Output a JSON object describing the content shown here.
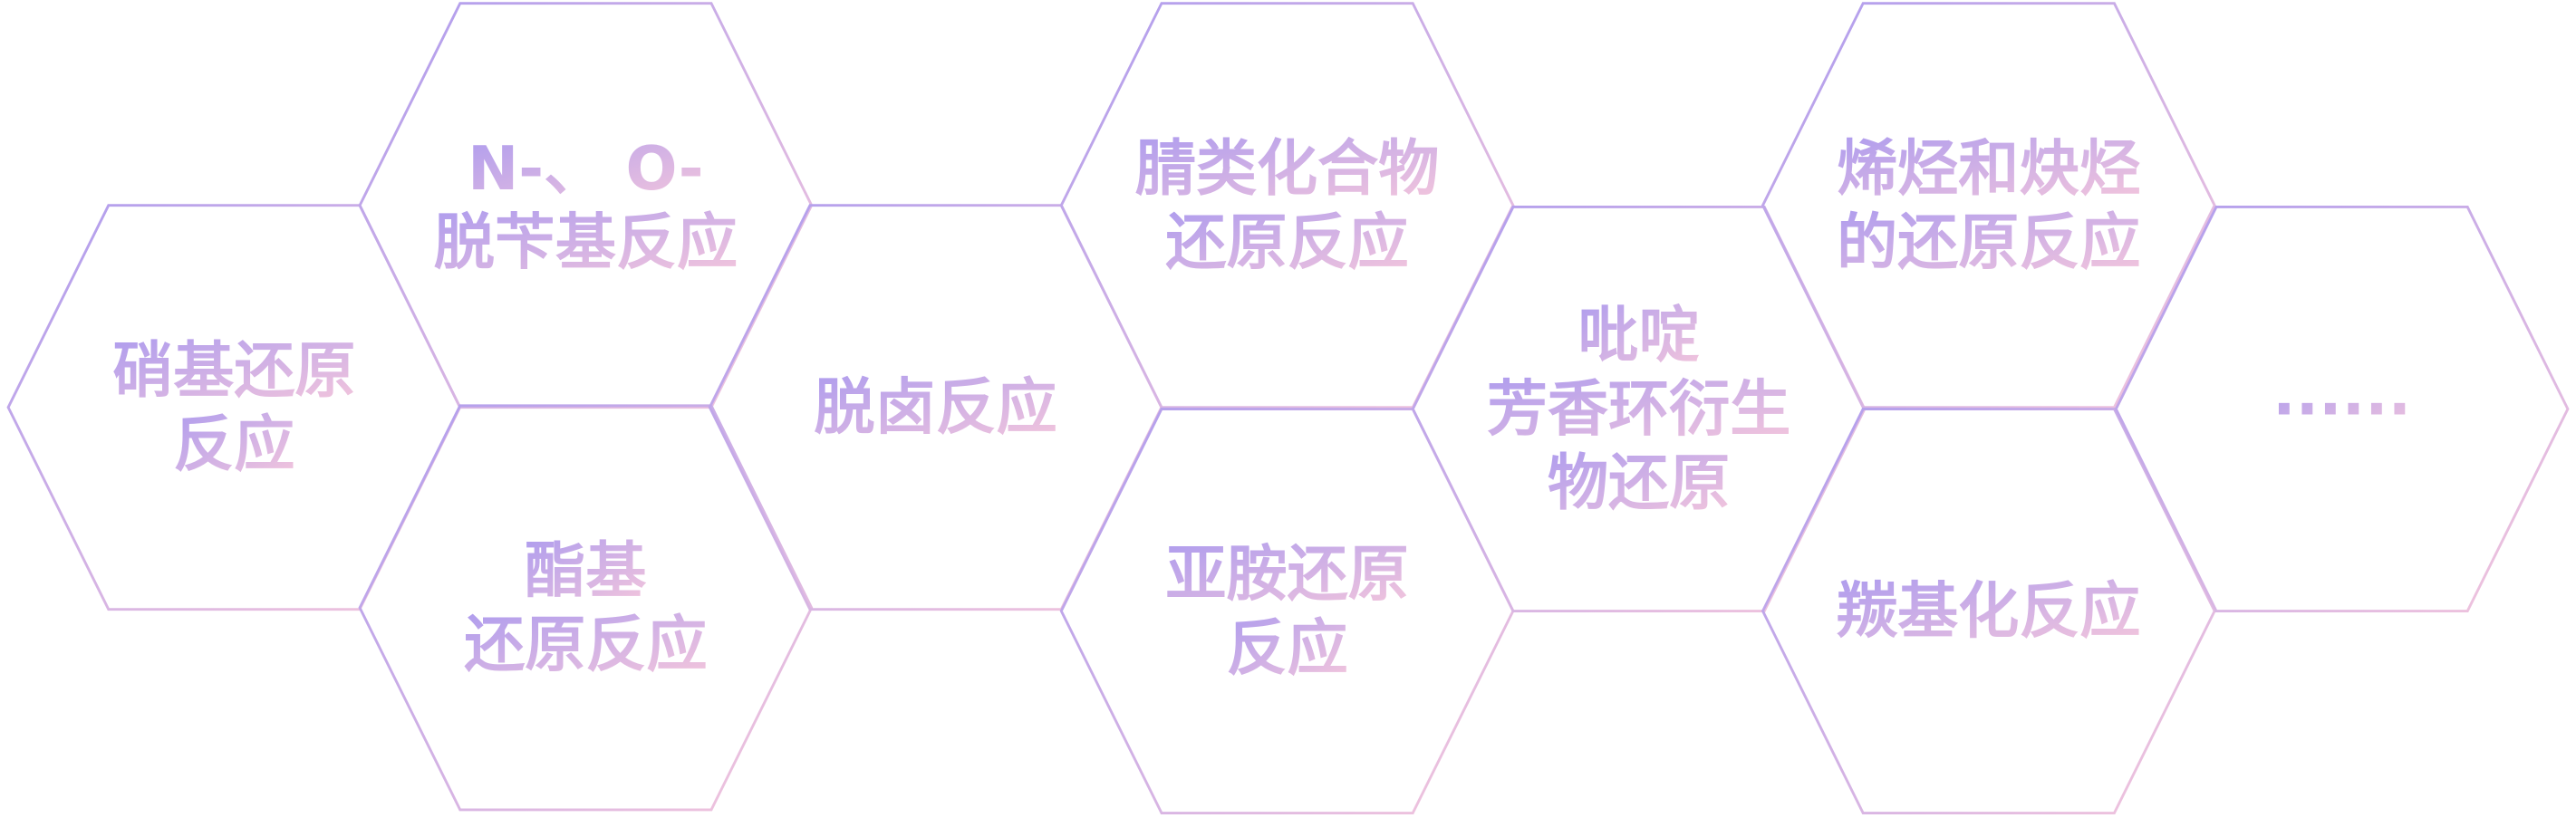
{
  "colors": {
    "gradient_start": "#ae9cee",
    "gradient_end": "#f4c6dc"
  },
  "hexagons": [
    {
      "lines": [
        "硝基还原",
        "反应"
      ]
    },
    {
      "lines": [
        "N-、 O-",
        "脱苄基反应"
      ]
    },
    {
      "lines": [
        "酯基",
        "还原反应"
      ]
    },
    {
      "lines": [
        "脱卤反应"
      ]
    },
    {
      "lines": [
        "腈类化合物",
        "还原反应"
      ]
    },
    {
      "lines": [
        "亚胺还原",
        "反应"
      ]
    },
    {
      "lines": [
        "吡啶",
        "芳香环衍生",
        "物还原"
      ]
    },
    {
      "lines": [
        "烯烃和炔烃",
        "的还原反应"
      ]
    },
    {
      "lines": [
        "羰基化反应"
      ]
    },
    {
      "lines": [
        "······"
      ]
    }
  ]
}
